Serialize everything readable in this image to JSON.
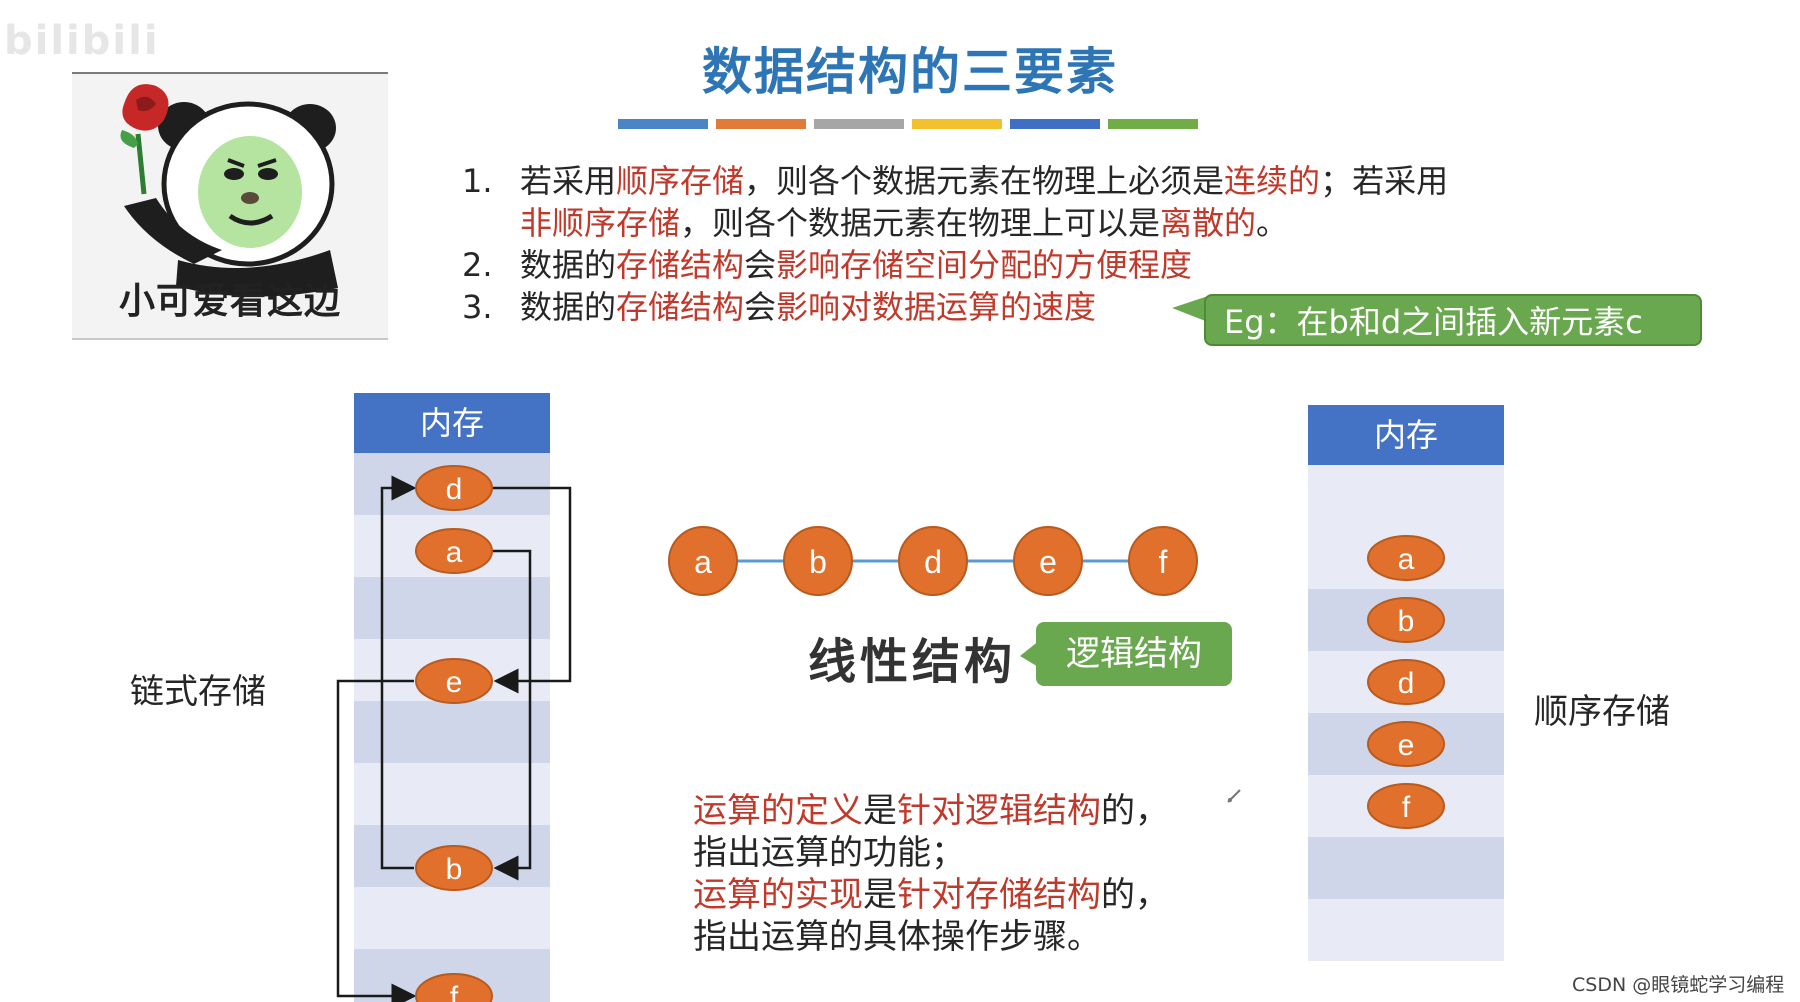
{
  "watermark": "bilibili",
  "meme": {
    "caption": "小可爱看这边"
  },
  "title": "数据结构的三要素",
  "color_bars": [
    "#4a86c6",
    "#e07b39",
    "#a6a6a6",
    "#f2c12e",
    "#3f6fc4",
    "#70ad47"
  ],
  "points": [
    {
      "num": "1.",
      "line1": [
        {
          "t": "若采用",
          "red": false
        },
        {
          "t": "顺序存储",
          "red": true
        },
        {
          "t": "，则各个数据元素在物理上必须是",
          "red": false
        },
        {
          "t": "连续的",
          "red": true
        },
        {
          "t": "；若采用",
          "red": false
        }
      ],
      "line2": [
        {
          "t": "非顺序存储",
          "red": true
        },
        {
          "t": "，则各个数据元素在物理上可以是",
          "red": false
        },
        {
          "t": "离散的",
          "red": true
        },
        {
          "t": "。",
          "red": false
        }
      ]
    },
    {
      "num": "2.",
      "line1": [
        {
          "t": "数据的",
          "red": false
        },
        {
          "t": "存储结构",
          "red": true
        },
        {
          "t": "会",
          "red": false
        },
        {
          "t": "影响存储空间分配的方便程度",
          "red": true
        }
      ]
    },
    {
      "num": "3.",
      "line1": [
        {
          "t": "数据的",
          "red": false
        },
        {
          "t": "存储结构",
          "red": true
        },
        {
          "t": "会",
          "red": false
        },
        {
          "t": "影响对数据运算的速度",
          "red": true
        }
      ]
    }
  ],
  "eg_callout": "Eg：在b和d之间插入新元素c",
  "left_memory": {
    "header": "内存",
    "label": "链式存储",
    "nodes": [
      "d",
      "a",
      "e",
      "b",
      "f"
    ]
  },
  "linear": {
    "nodes": [
      "a",
      "b",
      "d",
      "e",
      "f"
    ],
    "label": "线性结构",
    "callout": "逻辑结构"
  },
  "right_memory": {
    "header": "内存",
    "label": "顺序存储",
    "nodes": [
      "a",
      "b",
      "d",
      "e",
      "f"
    ]
  },
  "operations": [
    [
      {
        "t": "运算的定义",
        "red": true
      },
      {
        "t": "是",
        "red": false
      },
      {
        "t": "针对逻辑结构",
        "red": true
      },
      {
        "t": "的，",
        "red": false
      }
    ],
    [
      {
        "t": "指出运算的功能；",
        "red": false
      }
    ],
    [
      {
        "t": "运算的实现",
        "red": true
      },
      {
        "t": "是",
        "red": false
      },
      {
        "t": "针对存储结构",
        "red": true
      },
      {
        "t": "的，",
        "red": false
      }
    ],
    [
      {
        "t": "指出运算的具体操作步骤。",
        "red": false
      }
    ]
  ],
  "credit": "CSDN @眼镜蛇学习编程",
  "colors": {
    "node_fill": "#e0702b",
    "memory_header": "#4472c4",
    "accent_red": "#c0392b",
    "callout_green": "#6aa84f",
    "title_blue": "#2e75b6"
  }
}
